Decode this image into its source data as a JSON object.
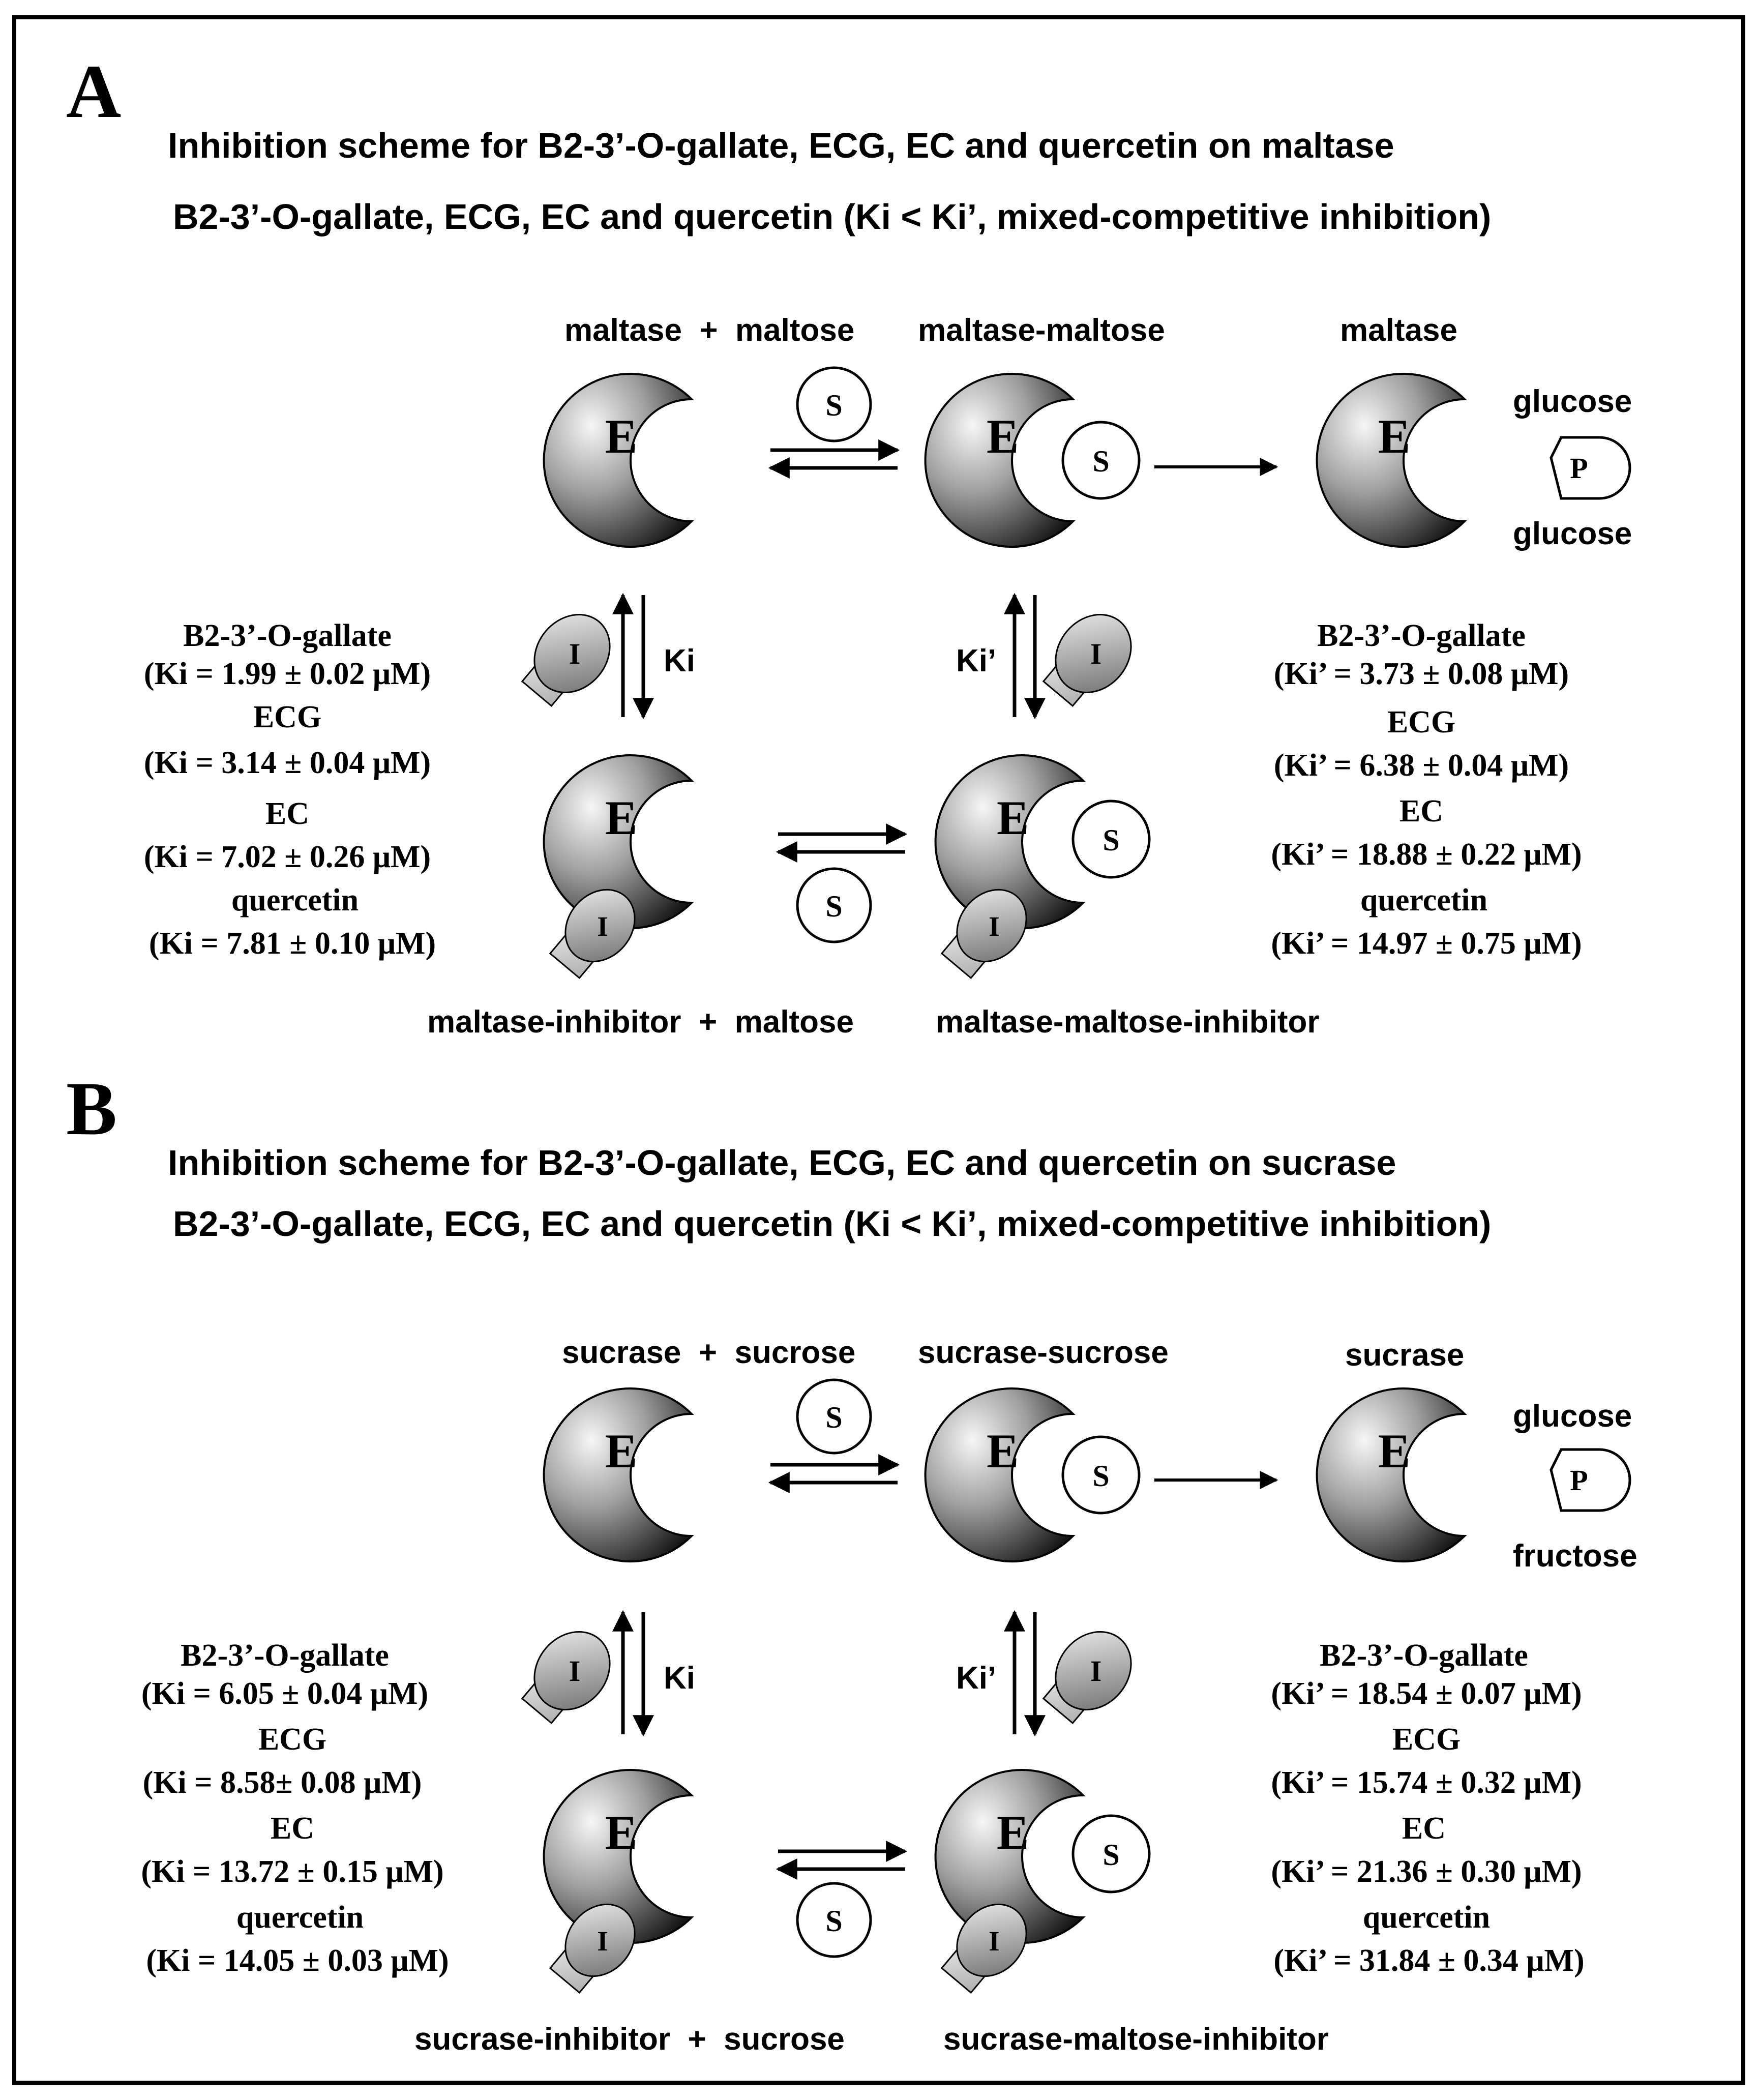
{
  "panels": [
    {
      "letter": "A",
      "title": "Inhibition scheme for B2-3’-O-gallate, ECG, EC and quercetin on maltase",
      "subtitle": "B2-3’-O-gallate, ECG, EC and quercetin (Ki < Ki’, mixed-competitive inhibition)",
      "top_left_label": "maltase  +  maltose",
      "top_mid_label": "maltase-maltose",
      "top_right_label": "maltase",
      "product_top": "glucose",
      "product_bottom": "glucose",
      "bottom_left_label": "maltase-inhibitor  +  maltose",
      "bottom_right_label": "maltase-maltose-inhibitor",
      "left_constants": [
        {
          "name": "B2-3’-O-gallate",
          "value": "(Ki = 1.99 ± 0.02  μM)"
        },
        {
          "name": "ECG",
          "value": "(Ki = 3.14 ± 0.04  μM)"
        },
        {
          "name": "EC",
          "value": "(Ki = 7.02 ± 0.26  μM)"
        },
        {
          "name": "quercetin",
          "value": "(Ki = 7.81 ± 0.10  μM)"
        }
      ],
      "right_constants": [
        {
          "name": "B2-3’-O-gallate",
          "value": "(Ki’ = 3.73 ± 0.08  μM)"
        },
        {
          "name": "ECG",
          "value": "(Ki’ = 6.38 ± 0.04  μM)"
        },
        {
          "name": "EC",
          "value": "(Ki’ = 18.88 ± 0.22  μM)"
        },
        {
          "name": "quercetin",
          "value": "(Ki’ = 14.97 ± 0.75  μM)"
        }
      ]
    },
    {
      "letter": "B",
      "title": "Inhibition scheme for B2-3’-O-gallate, ECG, EC and quercetin on sucrase",
      "subtitle": "B2-3’-O-gallate, ECG, EC and quercetin (Ki < Ki’, mixed-competitive inhibition)",
      "top_left_label": "sucrase  +  sucrose",
      "top_mid_label": "sucrase-sucrose",
      "top_right_label": "sucrase",
      "product_top": "glucose",
      "product_bottom": "fructose",
      "bottom_left_label": "sucrase-inhibitor  +  sucrose",
      "bottom_right_label": "sucrase-maltose-inhibitor",
      "left_constants": [
        {
          "name": "B2-3’-O-gallate",
          "value": "(Ki = 6.05 ± 0.04  μM)"
        },
        {
          "name": "ECG",
          "value": "(Ki = 8.58± 0.08  μM)"
        },
        {
          "name": "EC",
          "value": "(Ki = 13.72 ± 0.15  μM)"
        },
        {
          "name": "quercetin",
          "value": "(Ki = 14.05 ± 0.03  μM)"
        }
      ],
      "right_constants": [
        {
          "name": "B2-3’-O-gallate",
          "value": "(Ki’ =  18.54 ± 0.07  μM)"
        },
        {
          "name": "ECG",
          "value": "(Ki’ = 15.74 ± 0.32  μM)"
        },
        {
          "name": "EC",
          "value": "(Ki’ = 21.36 ± 0.30  μM)"
        },
        {
          "name": "quercetin",
          "value": "(Ki’ = 31.84 ± 0.34  μM)"
        }
      ]
    }
  ],
  "symbols": {
    "enzyme": "E",
    "substrate": "S",
    "inhibitor": "I",
    "product": "P",
    "ki_label": "Ki",
    "kip_label": "Ki’"
  },
  "colors": {
    "enzyme_light": "#f4f4f4",
    "enzyme_dark": "#1a1a1a",
    "inhibitor_light": "#e8e8e8",
    "inhibitor_dark": "#7a7a7a"
  }
}
